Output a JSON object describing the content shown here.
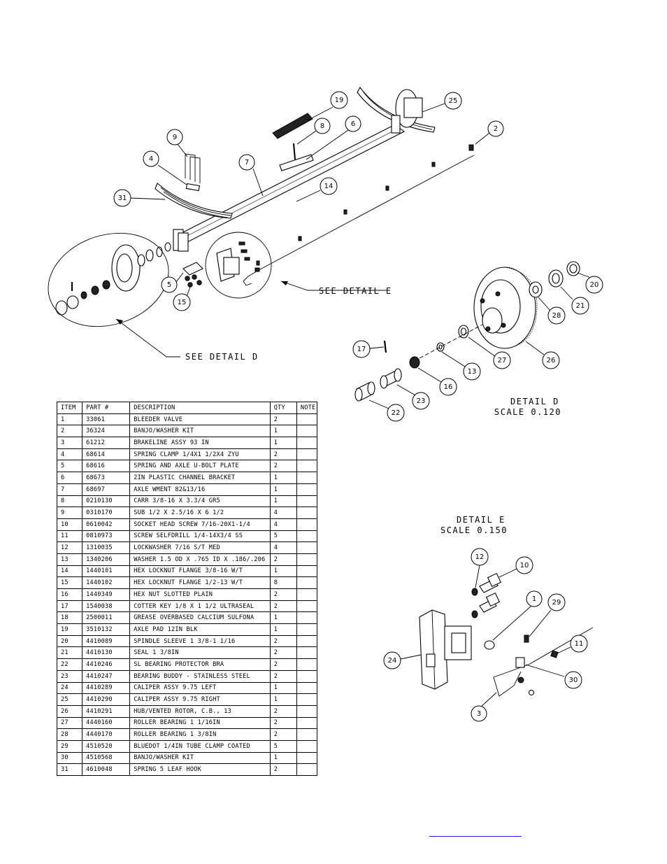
{
  "callouts": {
    "main": [
      "19",
      "25",
      "9",
      "8",
      "6",
      "2",
      "4",
      "7",
      "14",
      "31",
      "5",
      "15"
    ],
    "detail_d": [
      "20",
      "21",
      "28",
      "17",
      "13",
      "16",
      "27",
      "26",
      "23",
      "22"
    ],
    "detail_e": [
      "12",
      "10",
      "1",
      "29",
      "24",
      "11",
      "30",
      "3"
    ]
  },
  "labels": {
    "see_detail_e": "SEE DETAIL  E",
    "see_detail_d": "SEE DETAIL  D",
    "detail_d_title": "DETAIL  D",
    "detail_d_scale": "SCALE  0.120",
    "detail_e_title": "DETAIL  E",
    "detail_e_scale": "SCALE  0.150"
  },
  "table": {
    "headers": [
      "ITEM",
      "PART #",
      "DESCRIPTION",
      "QTY",
      "NOTE"
    ],
    "rows": [
      [
        "1",
        "33061",
        "BLEEDER VALVE",
        "2",
        ""
      ],
      [
        "2",
        "36324",
        "BANJO/WASHER  KIT",
        "1",
        ""
      ],
      [
        "3",
        "61212",
        "BRAKELINE ASSY 93 IN",
        "1",
        ""
      ],
      [
        "4",
        "68614",
        "SPRING CLAMP   1/4X1 1/2X4  ZYU",
        "2",
        ""
      ],
      [
        "5",
        "68616",
        "SPRING AND AXLE U-BOLT PLATE",
        "2",
        ""
      ],
      [
        "6",
        "68673",
        "2IN PLASTIC CHANNEL BRACKET",
        "1",
        ""
      ],
      [
        "7",
        "68697",
        "AXLE WMENT 82&13/16",
        "1",
        ""
      ],
      [
        "8",
        "0210130",
        "CARR 3/8-16 X 3.3/4 GR5",
        "1",
        ""
      ],
      [
        "9",
        "0310170",
        "SUB 1/2 X 2.5/16 X 6 1/2",
        "4",
        ""
      ],
      [
        "10",
        "0610042",
        "SOCKET HEAD SCREW 7/16-20X1-1/4",
        "4",
        ""
      ],
      [
        "11",
        "0810973",
        "SCREW SELFDRILL  1/4-14X3/4 SS",
        "5",
        ""
      ],
      [
        "12",
        "1310035",
        "LOCKWASHER 7/16 S/T MED",
        "4",
        ""
      ],
      [
        "13",
        "1340206",
        "WASHER 1.5 OD X .765 ID X .186/.206",
        "2",
        ""
      ],
      [
        "14",
        "1440101",
        "HEX LOCKNUT FLANGE 3/8-16 W/T",
        "1",
        ""
      ],
      [
        "15",
        "1440102",
        "HEX LOCKNUT FLANGE 1/2-13 W/T",
        "8",
        ""
      ],
      [
        "16",
        "1440349",
        "HEX NUT SLOTTED PLAIN",
        "2",
        ""
      ],
      [
        "17",
        "1540038",
        "COTTER KEY 1/8 X 1 1/2 ULTRASEAL",
        "2",
        ""
      ],
      [
        "18",
        "2500011",
        "GREASE OVERBASED CALCIUM SULFONA",
        "1",
        ""
      ],
      [
        "19",
        "3510132",
        "AXLE PAD 12IN  BLK",
        "1",
        ""
      ],
      [
        "20",
        "4410089",
        "SPINDLE SLEEVE  1 3/8-1 1/16",
        "2",
        ""
      ],
      [
        "21",
        "4410130",
        "SEAL  1 3/8IN",
        "2",
        ""
      ],
      [
        "22",
        "4410246",
        "SL BEARING PROTECTOR BRA",
        "2",
        ""
      ],
      [
        "23",
        "4410247",
        "BEARING BUDDY - STAINLESS STEEL",
        "2",
        ""
      ],
      [
        "24",
        "4410289",
        "CALIPER ASSY 9.75 LEFT",
        "1",
        ""
      ],
      [
        "25",
        "4410290",
        "CALIPER ASSY 9.75 RIGHT",
        "1",
        ""
      ],
      [
        "26",
        "4410291",
        "HUB/VENTED ROTOR, C.B.,  13",
        "2",
        ""
      ],
      [
        "27",
        "4440160",
        "ROLLER BEARING   1 1/16IN",
        "2",
        ""
      ],
      [
        "28",
        "4440170",
        "ROLLER BEARING   1 3/8IN",
        "2",
        ""
      ],
      [
        "29",
        "4510520",
        "BLUEDOT 1/4IN TUBE CLAMP COATED",
        "5",
        ""
      ],
      [
        "30",
        "4510568",
        "BANJO/WASHER  KIT",
        "1",
        ""
      ],
      [
        "31",
        "4610048",
        "SPRING  5 LEAF HOOK",
        "2",
        ""
      ]
    ]
  },
  "footer": {
    "link_text": ""
  }
}
